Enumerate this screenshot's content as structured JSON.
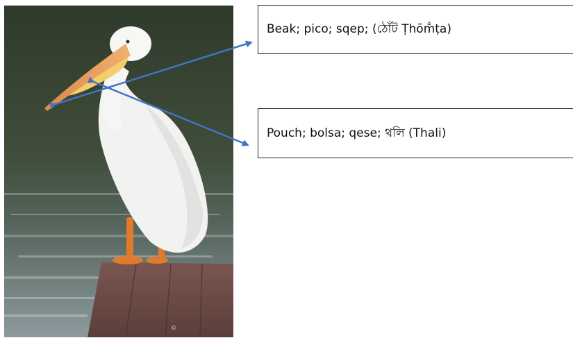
{
  "labels": {
    "beak": "Beak; pico; sqep; (ঠোঁট Ṭhōm̐ṭa)",
    "pouch": "Pouch; bolsa; qese; থলি (Thali)"
  },
  "photo": {
    "subject": "white pelican on a wooden dock",
    "watermark": "©"
  },
  "colors": {
    "arrow": "#4472c4",
    "box_border": "#1f1f1f",
    "water_dark": "#3a4633",
    "pelican": "#f2f2f0",
    "beak": "#e8a05a",
    "pouch": "#f2cd6a",
    "legs": "#e27a2b",
    "dock": "#6b4a44"
  },
  "icons": [
    "arrow-head-icon"
  ]
}
